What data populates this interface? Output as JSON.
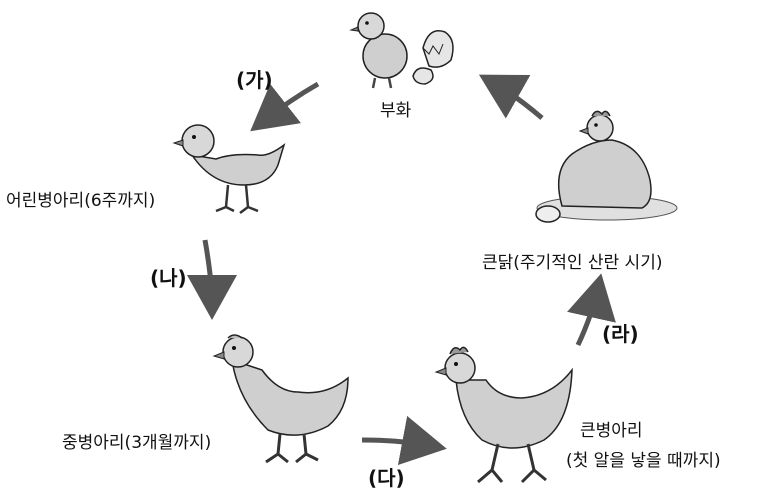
{
  "stages": {
    "hatch": "부화",
    "chick": "어린병아리(6주까지)",
    "young": "중병아리(3개월까지)",
    "pullet_line1": "큰병아리",
    "pullet_line2": "(첫 알을 낳을 때까지)",
    "hen": "큰닭(주기적인 산란 시기)"
  },
  "steps": {
    "ga": "(가)",
    "na": "(나)",
    "da": "(다)",
    "ra": "(라)"
  },
  "illustrations": [
    "hatching-chick-icon",
    "chick-icon",
    "young-chicken-icon",
    "pullet-icon",
    "laying-hen-icon"
  ],
  "colors": {
    "arrow": "#555555",
    "outline": "#222222",
    "fill": "#cfcfcf"
  }
}
